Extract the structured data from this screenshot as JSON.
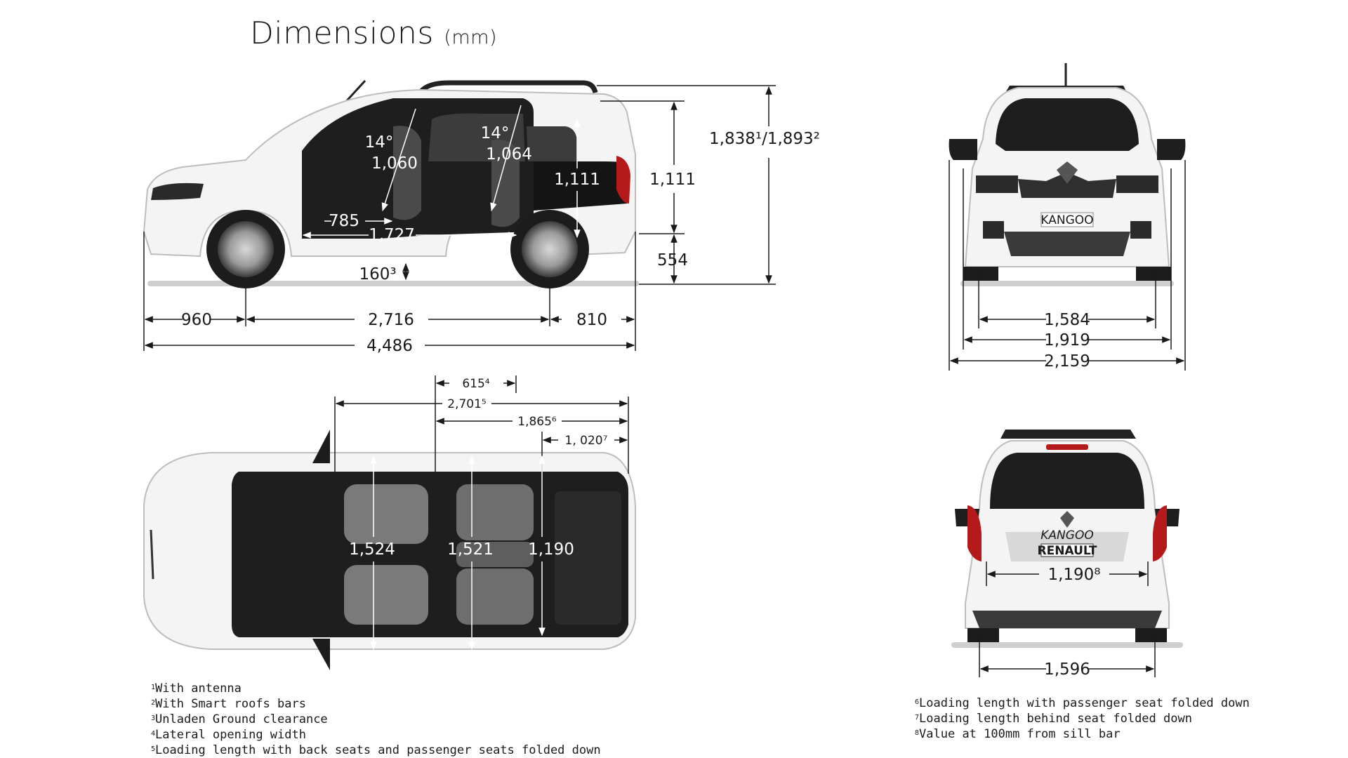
{
  "title": {
    "main": "Dimensions",
    "unit": "(mm)"
  },
  "side_view": {
    "height_total": "1,838¹/1,893²",
    "interior_height": "1,111",
    "cargo_height": "1,111",
    "sill_height": "554",
    "angle_front": "14°",
    "headroom_front": "1,060",
    "angle_rear": "14°",
    "headroom_rear": "1,064",
    "front_depth": "785",
    "cabin_length": "1,727",
    "ground_clearance": "160³",
    "front_overhang": "960",
    "wheelbase": "2,716",
    "rear_overhang": "810",
    "overall_length": "4,486"
  },
  "front_view": {
    "badge": "KANGOO",
    "track_front": "1,584",
    "width_body": "1,919",
    "width_mirrors": "2,159"
  },
  "top_view": {
    "opening_width": "615⁴",
    "load_length_max": "2,701⁵",
    "load_length_passenger": "1,865⁶",
    "load_length_behind": "1, 020⁷",
    "width_front": "1,524",
    "width_middle": "1,521",
    "width_rear": "1,190"
  },
  "rear_view": {
    "badge": "RENAULT",
    "script": "KANGOO",
    "sill_width": "1,190⁸",
    "track_rear": "1,596"
  },
  "notes_left": [
    {
      "num": "1",
      "text": "With antenna"
    },
    {
      "num": "2",
      "text": "With Smart roofs bars"
    },
    {
      "num": "3",
      "text": "Unladen Ground clearance"
    },
    {
      "num": "4",
      "text": "Lateral opening width"
    },
    {
      "num": "5",
      "text": "Loading length with back seats and passenger seats folded down"
    }
  ],
  "notes_right": [
    {
      "num": "6",
      "text": "Loading length with passenger seat folded down"
    },
    {
      "num": "7",
      "text": "Loading length behind seat folded down"
    },
    {
      "num": "8",
      "text": "Value at 100mm from sill bar"
    }
  ]
}
